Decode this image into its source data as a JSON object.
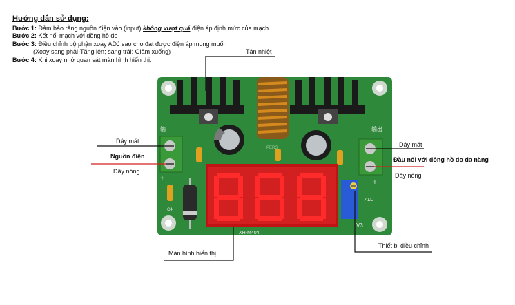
{
  "instructions": {
    "title": "Hướng dẫn sử dụng:",
    "step1_label": "Bước 1:",
    "step1_text_a": " Đảm bảo rằng nguồn điện vào (input) ",
    "step1_emph": "không vượt quá",
    "step1_text_b": " điện áp định mức của mạch.",
    "step2_label": "Bước 2:",
    "step2_text": " Kết nối mạch với đồng hồ đo",
    "step3_label": "Bước 3:",
    "step3_text": " Điều chỉnh bộ phận xoay ADJ sao cho đạt được điện áp mong muốn",
    "step3_note": "(Xoay sang phải-Tăng lên; sang trái: Giảm xuống)",
    "step4_label": "Bước 4:",
    "step4_text": " Khi xoay nhớ quan sát màn hình hiển thị."
  },
  "labels": {
    "heatsink": "Tản nhiệt",
    "ground_left": "Dây mát",
    "power_source": "Nguồn điện",
    "hot_left": "Dây nóng",
    "ground_right": "Dây mát",
    "meter_connect": "Đầu nối với đồng hồ đo đa năng",
    "hot_right": "Dây nóng",
    "display": "Màn hình hiển thị",
    "adjuster": "Thiết bị điều chỉnh"
  },
  "board": {
    "model": "XH-M404",
    "pot_label": "ADJ",
    "version": "V3",
    "output_label": "输出",
    "input_label": "输",
    "inductor_text": "PERS",
    "cap_label": "C4"
  },
  "colors": {
    "pcb": "#2e8a3a",
    "display": "#d01818",
    "heatsink": "#1a1a1a",
    "pot": "#2a5bd7",
    "callout_red": "#d22222"
  }
}
